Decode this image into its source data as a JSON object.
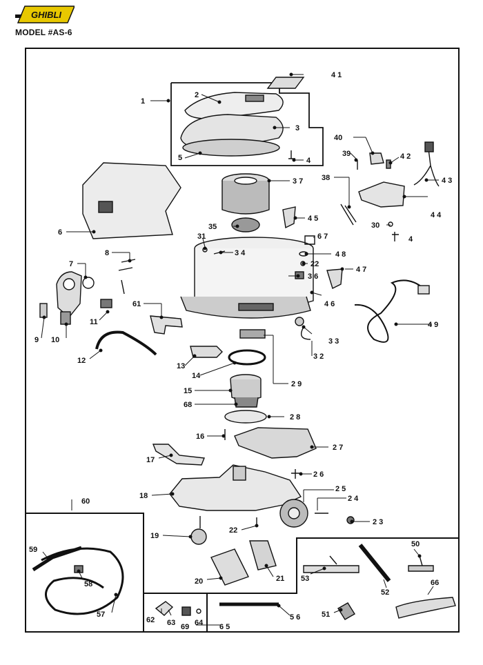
{
  "header": {
    "brand": "GHIBLI",
    "model": "MODEL #AS-6"
  },
  "parts": [
    "1",
    "2",
    "3",
    "4",
    "5",
    "6",
    "7",
    "8",
    "9",
    "10",
    "11",
    "12",
    "13",
    "14",
    "15",
    "16",
    "17",
    "18",
    "19",
    "20",
    "21",
    "22",
    "23",
    "24",
    "25",
    "26",
    "27",
    "28",
    "29",
    "30",
    "31",
    "32",
    "33",
    "34",
    "35",
    "36",
    "37",
    "38",
    "39",
    "40",
    "41",
    "42",
    "43",
    "44",
    "45",
    "46",
    "47",
    "48",
    "49",
    "50",
    "51",
    "52",
    "53",
    "56",
    "57",
    "58",
    "59",
    "60",
    "61",
    "62",
    "63",
    "64",
    "65",
    "66",
    "67",
    "68",
    "69"
  ],
  "callouts": {
    "p1": "1",
    "p2": "2",
    "p3": "3",
    "p4a": "4",
    "p4b": "4",
    "p5": "5",
    "p6": "6",
    "p7": "7",
    "p8": "8",
    "p9": "9",
    "p10": "10",
    "p11": "11",
    "p12": "12",
    "p13": "13",
    "p14": "14",
    "p15": "15",
    "p16": "16",
    "p17": "17",
    "p18": "18",
    "p19": "19",
    "p20": "20",
    "p21": "21",
    "p22a": "22",
    "p22b": "22",
    "p23": "2 3",
    "p24": "2 4",
    "p25": "2 5",
    "p26": "2 6",
    "p27": "2 7",
    "p28": "2 8",
    "p29": "2 9",
    "p30": "30",
    "p31": "31",
    "p32": "3 2",
    "p33": "3 3",
    "p34": "3 4",
    "p35": "35",
    "p36": "3 6",
    "p37": "3 7",
    "p38": "38",
    "p39": "39",
    "p40": "40",
    "p41": "4 1",
    "p42": "4 2",
    "p43": "4 3",
    "p44": "4 4",
    "p45": "4 5",
    "p46": "4 6",
    "p47": "4 7",
    "p48": "4 8",
    "p49": "4 9",
    "p50": "50",
    "p51": "51",
    "p52": "52",
    "p53": "53",
    "p56": "5 6",
    "p57": "57",
    "p58": "58",
    "p59": "59",
    "p60": "60",
    "p61": "61",
    "p62": "62",
    "p63": "63",
    "p64": "64",
    "p65": "6 5",
    "p66": "66",
    "p67": "6 7",
    "p68": "68",
    "p69": "69"
  }
}
